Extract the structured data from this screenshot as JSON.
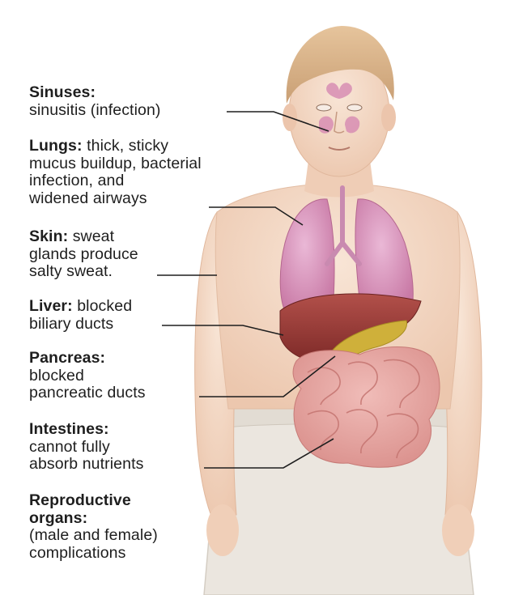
{
  "labels": {
    "sinuses": {
      "heading": "Sinuses:",
      "lines": [
        "sinusitis (infection)"
      ]
    },
    "lungs": {
      "heading": "Lungs:",
      "lines": [
        " thick, sticky",
        "mucus buildup, bacterial",
        "infection, and",
        "widened airways"
      ]
    },
    "skin": {
      "heading": "Skin:",
      "lines": [
        " sweat",
        "glands produce",
        "salty sweat."
      ]
    },
    "liver": {
      "heading": "Liver:",
      "lines": [
        " blocked",
        "biliary ducts"
      ]
    },
    "pancreas": {
      "heading": "Pancreas:",
      "lines": [
        "blocked",
        "pancreatic ducts"
      ]
    },
    "intestines": {
      "heading": "Intestines:",
      "lines": [
        "cannot fully",
        "absorb nutrients"
      ]
    },
    "reproductive": {
      "heading_lines": [
        "Reproductive",
        "organs:"
      ],
      "lines": [
        "(male and female)",
        "complications"
      ]
    }
  },
  "colors": {
    "skin": "#f3d9c6",
    "hair": "#d8b48c",
    "pants": "#e9e5df",
    "lungs": "#dc9cc0",
    "liver": "#9a3a35",
    "gallbladder": "#c9a92f",
    "intestines": "#e6a8a4",
    "leader_line": "#1e1e1e"
  }
}
